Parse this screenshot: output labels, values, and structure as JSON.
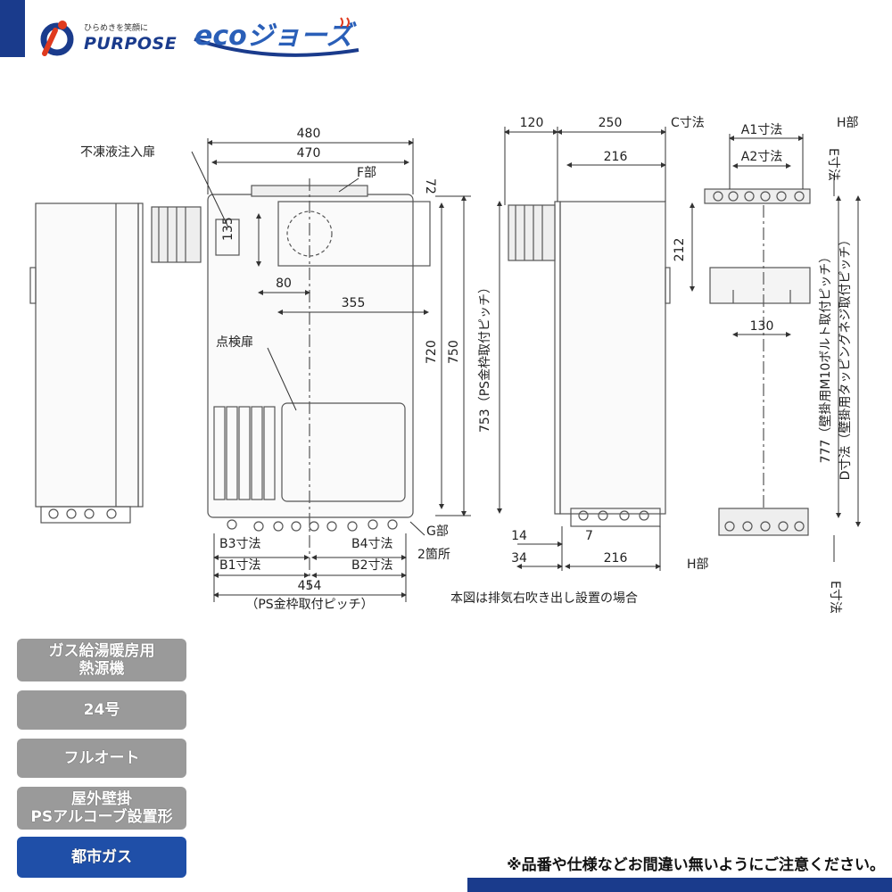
{
  "header": {
    "brand_tagline": "ひらめきを笑顔に",
    "brand_name": "PURPOSE",
    "eco_logo_text": "ecoジョーズ",
    "accent_color": "#1a3b8c"
  },
  "drawing": {
    "front": {
      "dim_480": "480",
      "dim_470": "470",
      "label_antifreeze_door": "不凍液注入扉",
      "label_f_part": "F部",
      "dim_72": "72",
      "dim_135": "135",
      "dim_80": "80",
      "dim_355": "355",
      "dim_720": "720",
      "dim_750": "750",
      "label_inspection_door": "点検扉",
      "label_g_part": "G部",
      "label_two_places": "2箇所",
      "label_b3": "B3寸法",
      "label_b1": "B1寸法",
      "label_b4": "B4寸法",
      "label_b2": "B2寸法",
      "dim_454": "454",
      "label_ps_pitch": "（PS金枠取付ピッチ）"
    },
    "side": {
      "dim_120": "120",
      "dim_250": "250",
      "label_c": "C寸法",
      "dim_216_top": "216",
      "dim_212": "212",
      "dim_753": "753（PS金枠取付ピッチ）",
      "dim_14": "14",
      "dim_7": "7",
      "dim_34": "34",
      "dim_216_bottom": "216",
      "note_exhaust": "本図は排気右吹き出し設置の場合"
    },
    "right": {
      "label_a1": "A1寸法",
      "label_a2": "A2寸法",
      "label_h_top": "H部",
      "label_e_top": "E寸法",
      "dim_130": "130",
      "dim_777": "777（壁掛用M10ボルト取付ピッチ）",
      "label_d": "D寸法（壁掛用タッピングネジ取付ピッチ）",
      "label_h_bottom": "H部",
      "label_e_bottom": "E寸法"
    }
  },
  "badges": [
    {
      "line1": "ガス給湯暖房用",
      "line2": "熱源機"
    },
    {
      "line1": "24号",
      "line2": ""
    },
    {
      "line1": "フルオート",
      "line2": ""
    },
    {
      "line1": "屋外壁掛",
      "line2": "PSアルコーブ設置形"
    },
    {
      "line1": "都市ガス",
      "line2": "",
      "color": "#1f4fa8"
    }
  ],
  "footer": {
    "notice": "※品番や仕様などお間違い無いようにご注意ください。"
  }
}
